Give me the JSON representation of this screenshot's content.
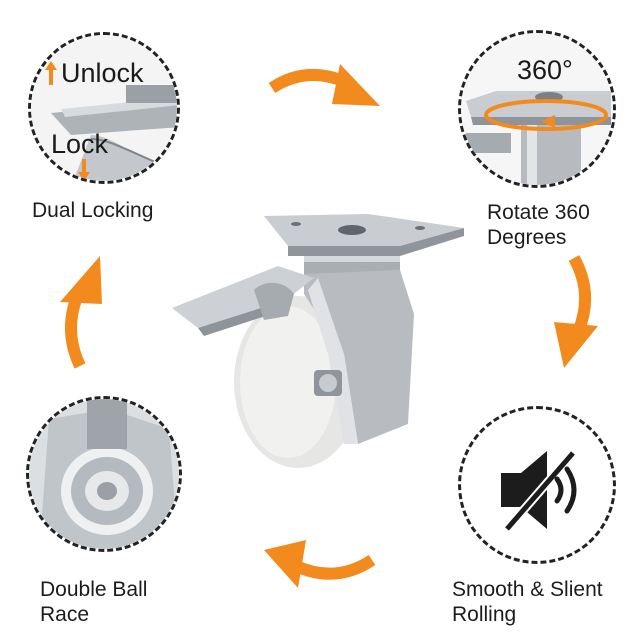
{
  "features": {
    "dual_locking": {
      "label": "Dual Locking",
      "unlock_text": "Unlock",
      "lock_text": "Lock"
    },
    "rotate": {
      "label_line1": "Rotate 360",
      "label_line2": "Degrees",
      "degree_text": "360°"
    },
    "smooth": {
      "label_line1": "Smooth & Slient",
      "label_line2": "Rolling"
    },
    "ball_race": {
      "label_line1": "Double Ball",
      "label_line2": "Race"
    }
  },
  "colors": {
    "accent_orange": "#f28a1e",
    "circle_border": "#222222",
    "metal": "#b9bcc0",
    "wheel": "#e8e8e6"
  },
  "icons": [
    "rotation-arrow-icon",
    "muted-speaker-icon",
    "up-arrow-icon",
    "down-arrow-icon"
  ]
}
